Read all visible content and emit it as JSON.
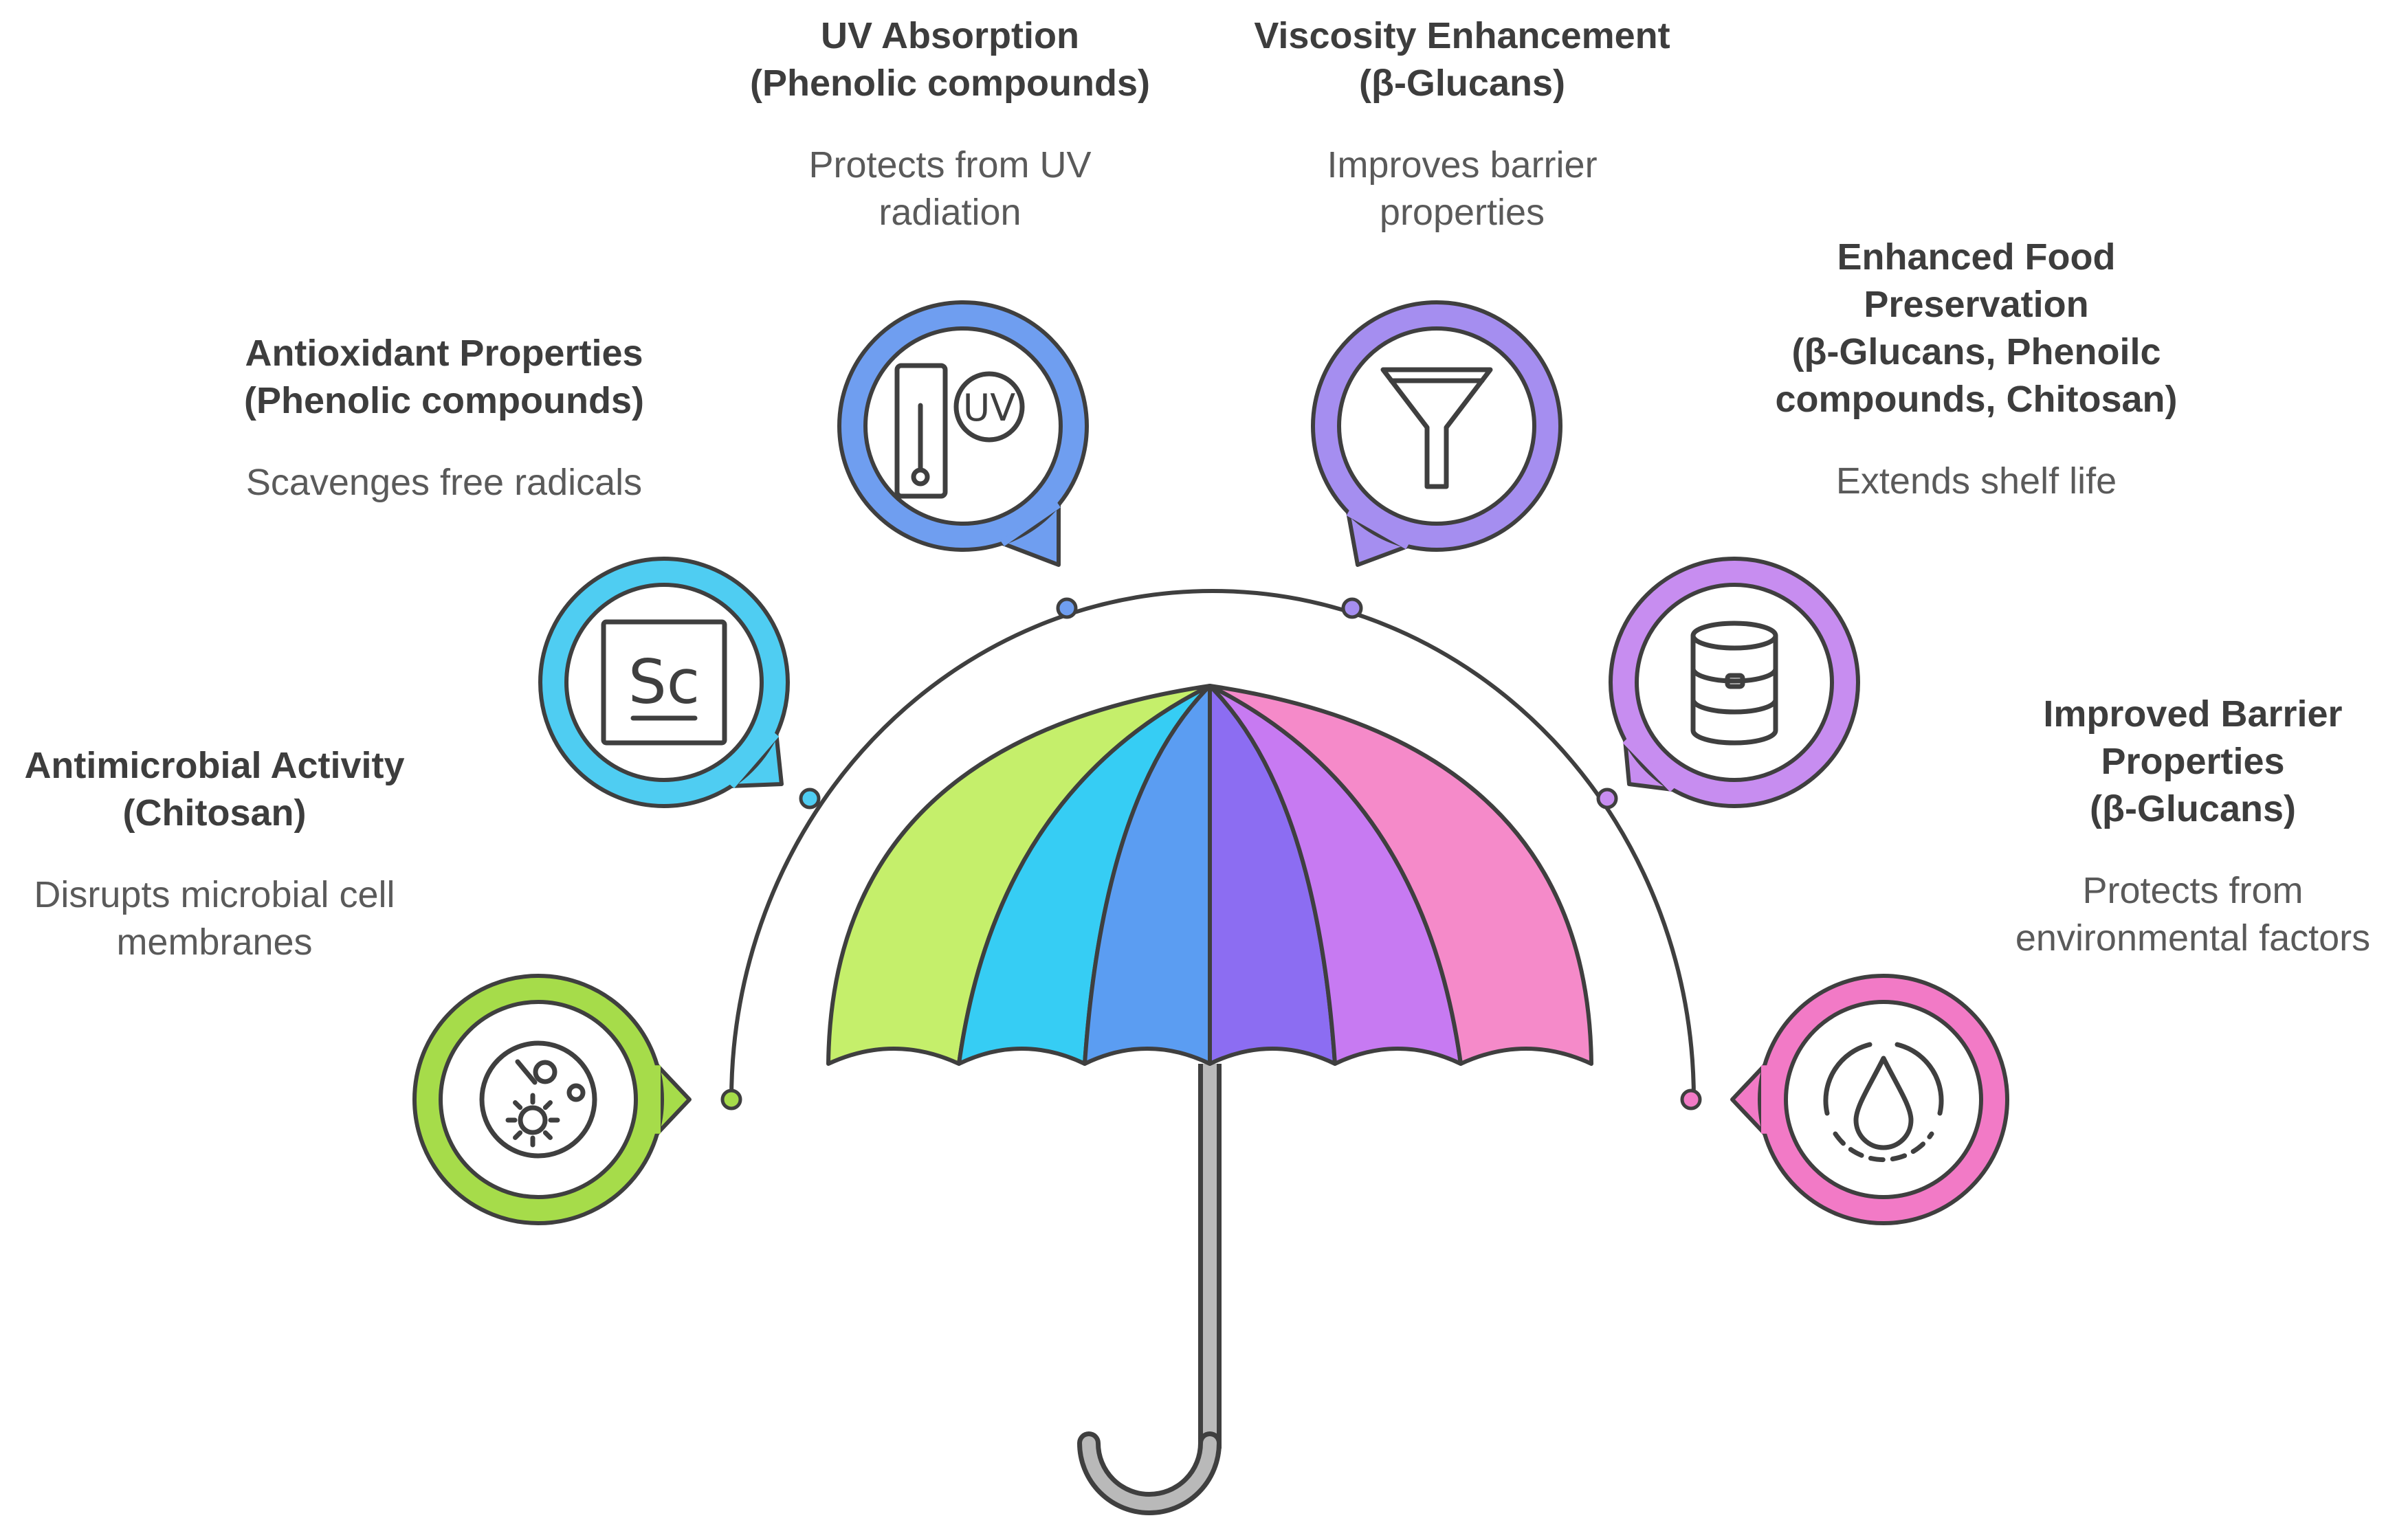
{
  "colors": {
    "outline": "#3f3f3f",
    "handle_fill": "#b9b9b9",
    "canopy_panels": [
      "#c5ef6b",
      "#36cdf4",
      "#5b9df2",
      "#8c6df2",
      "#c77af2",
      "#f58ac9"
    ],
    "badge_rings": {
      "antimicrobial": "#a6dc4a",
      "antioxidant": "#4fcdf2",
      "uv": "#6f9ef0",
      "viscosity": "#a58ef0",
      "preservation": "#c78df0",
      "barrier": "#f27ac6"
    }
  },
  "items": [
    {
      "id": "antimicrobial",
      "icon": "microbe-icon",
      "title_lines": [
        "Antimicrobial Activity",
        "(Chitosan)"
      ],
      "desc_lines": [
        "Disrupts microbial cell",
        "membranes"
      ]
    },
    {
      "id": "antioxidant",
      "icon": "scandium-element-icon",
      "icon_text": "Sc",
      "title_lines": [
        "Antioxidant Properties",
        "(Phenolic compounds)"
      ],
      "desc_lines": [
        "Scavenges free radicals"
      ]
    },
    {
      "id": "uv",
      "icon": "uv-thermometer-icon",
      "icon_text": "UV",
      "title_lines": [
        "UV Absorption",
        "(Phenolic compounds)"
      ],
      "desc_lines": [
        "Protects from UV",
        "radiation"
      ]
    },
    {
      "id": "viscosity",
      "icon": "funnel-icon",
      "title_lines": [
        "Viscosity Enhancement",
        "(β-Glucans)"
      ],
      "desc_lines": [
        "Improves barrier",
        "properties"
      ]
    },
    {
      "id": "preservation",
      "icon": "food-can-icon",
      "title_lines": [
        "Enhanced Food",
        "Preservation",
        "(β-Glucans, Phenoilc",
        "compounds, Chitosan)"
      ],
      "desc_lines": [
        "Extends shelf life"
      ]
    },
    {
      "id": "barrier",
      "icon": "water-drop-icon",
      "title_lines": [
        "Improved Barrier",
        "Properties",
        "(β-Glucans)"
      ],
      "desc_lines": [
        "Protects from",
        "environmental factors"
      ]
    }
  ]
}
